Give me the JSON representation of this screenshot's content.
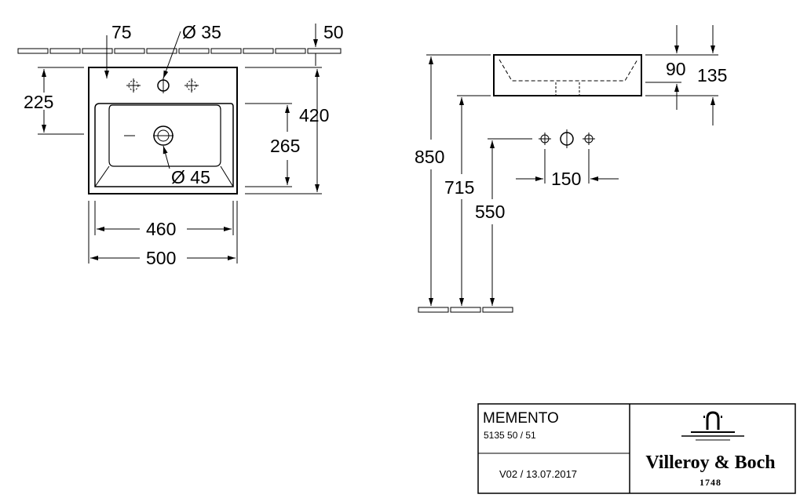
{
  "top_view": {
    "dims": {
      "faucet_offset": "75",
      "faucet_hole": "Ø 35",
      "wall_gap": "50",
      "faucet_depth": "225",
      "total_depth": "420",
      "bowl_depth": "265",
      "drain": "Ø 45",
      "bowl_width": "460",
      "total_width": "500"
    }
  },
  "side_view": {
    "dims": {
      "top_height": "850",
      "bottom_height": "715",
      "tap_height": "550",
      "bowl_height": "90",
      "total_height": "135",
      "tap_spacing": "150"
    }
  },
  "title_block": {
    "product": "MEMENTO",
    "article": "5135 50 / 51",
    "version": "V02 / 13.07.2017",
    "brand": "Villeroy & Boch",
    "year": "1748"
  }
}
